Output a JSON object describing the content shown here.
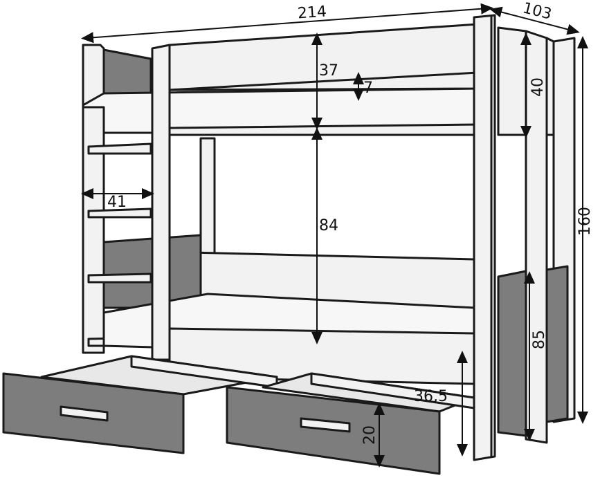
{
  "colors": {
    "frame": "#f2f2f2",
    "panel": "#7d7d7d",
    "outline": "#1a1a1a",
    "mattress": "#f7f7f7",
    "inner": "#e8e8e8"
  },
  "dimensions": {
    "total_width": "214",
    "depth": "103",
    "total_height": "160",
    "upper_guard_height": "37",
    "mattress_thickness": "7",
    "upper_end_guard": "40",
    "clearance_between_beds": "84",
    "ladder_width": "41",
    "lower_end_panel": "85",
    "lower_bed_height": "36,5",
    "drawer_height": "20"
  }
}
